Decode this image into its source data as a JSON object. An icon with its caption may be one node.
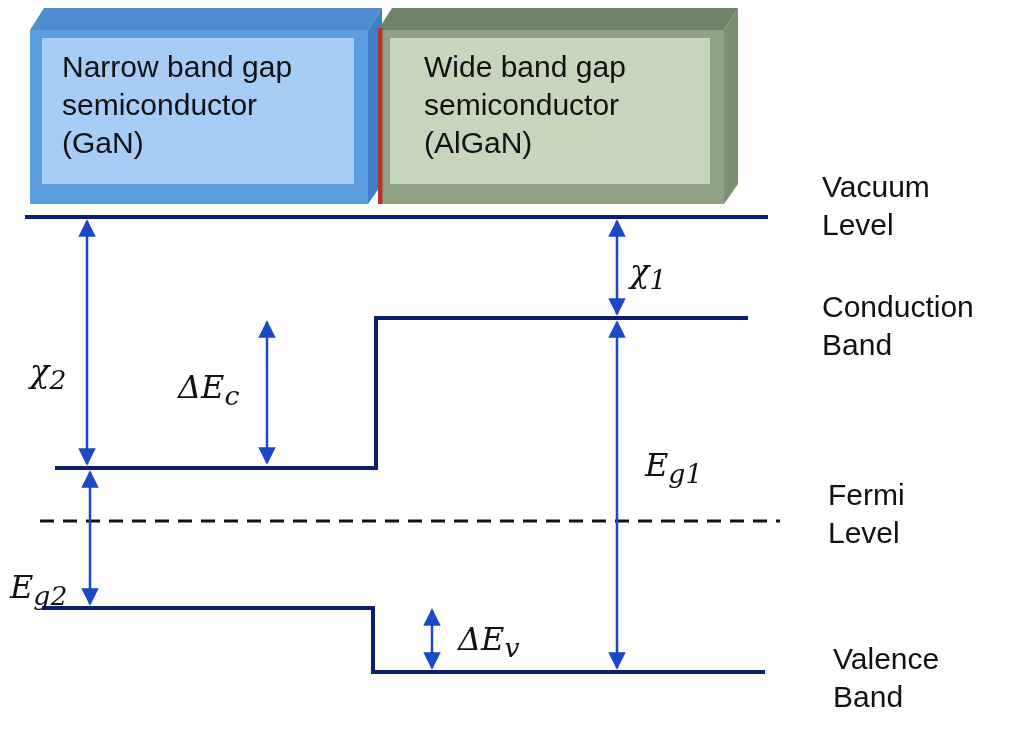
{
  "diagram": {
    "nodes": [
      {
        "text": [
          "Narrow band gap semiconductor (GaN)"
        ]
      },
      {
        "text": [
          "Wide band gap semiconductor (AlGaN)"
        ]
      }
    ],
    "labels": [
      "Vacuum Level",
      "χ$_{1}$",
      "Conduction Band",
      "χ$_{2}$",
      "ΔE$_{c}$",
      "E$_{g1}$",
      "Fermi Level",
      "E$_{g2}$",
      "ΔE$_{v}$",
      "Valence Band"
    ]
  }
}
